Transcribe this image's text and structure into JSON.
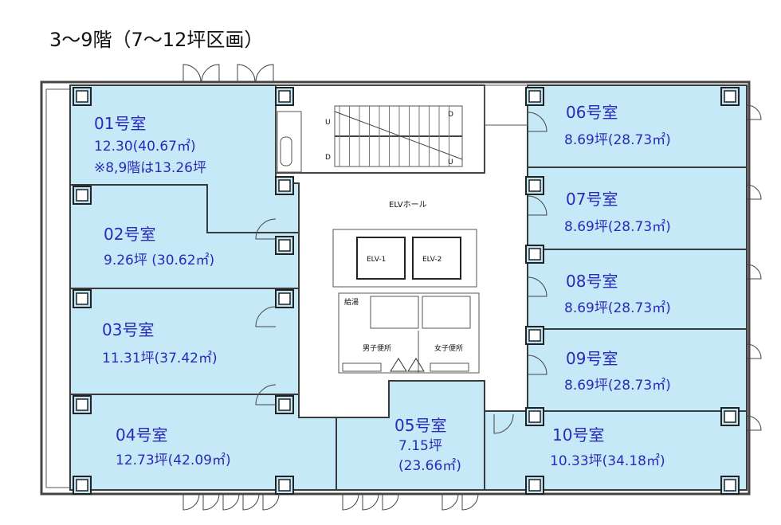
{
  "title": "3～9階（7～12坪区画）",
  "rooms": {
    "r01": {
      "name": "01号室",
      "area": "12.30(40.67㎡)",
      "note": "※8,9階は13.26坪"
    },
    "r02": {
      "name": "02号室",
      "area": "9.26坪 (30.62㎡)"
    },
    "r03": {
      "name": "03号室",
      "area": "11.31坪(37.42㎡)"
    },
    "r04": {
      "name": "04号室",
      "area": "12.73坪(42.09㎡)"
    },
    "r05": {
      "name": "05号室",
      "area1": "7.15坪",
      "area2": "(23.66㎡)"
    },
    "r06": {
      "name": "06号室",
      "area": "8.69坪(28.73㎡)"
    },
    "r07": {
      "name": "07号室",
      "area": "8.69坪(28.73㎡)"
    },
    "r08": {
      "name": "08号室",
      "area": "8.69坪(28.73㎡)"
    },
    "r09": {
      "name": "09号室",
      "area": "8.69坪(28.73㎡)"
    },
    "r10": {
      "name": "10号室",
      "area": "10.33坪(34.18㎡)"
    }
  },
  "core": {
    "elv_hall": "ELVホール",
    "elv1": "ELV-1",
    "elv2": "ELV-2",
    "mens_wc": "男子便所",
    "womens_wc": "女子便所",
    "kyuto": "給湯",
    "stair_u1": "U",
    "stair_u2": "U",
    "stair_d1": "D",
    "stair_d2": "D"
  },
  "colors": {
    "room_fill": "#c6e9f7",
    "room_text": "#2a2ab8",
    "wall": "#444444"
  }
}
